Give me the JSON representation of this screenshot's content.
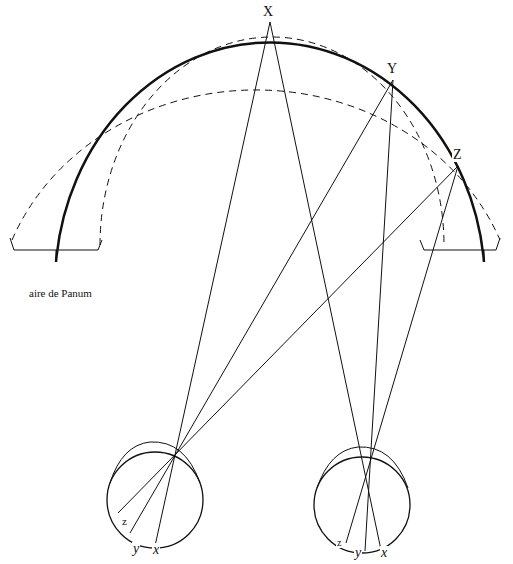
{
  "diagram": {
    "labels": [
      "X",
      "Y",
      "Z",
      "aire de Panum",
      "z",
      "y",
      "x",
      "z",
      "y",
      "x"
    ]
  }
}
